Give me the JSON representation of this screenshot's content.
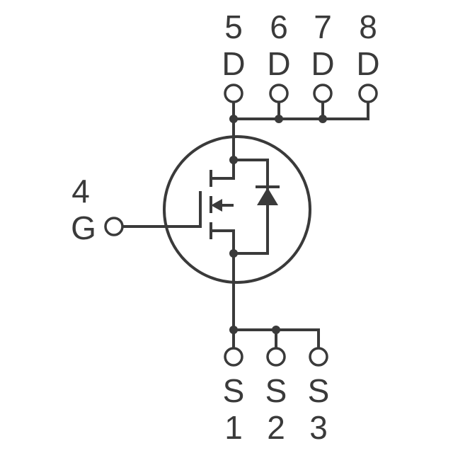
{
  "colors": {
    "stroke": "#3a3a3a",
    "background": "#ffffff"
  },
  "pins": {
    "drain": [
      {
        "number": "5",
        "label": "D"
      },
      {
        "number": "6",
        "label": "D"
      },
      {
        "number": "7",
        "label": "D"
      },
      {
        "number": "8",
        "label": "D"
      }
    ],
    "gate": {
      "number": "4",
      "label": "G"
    },
    "source": [
      {
        "number": "1",
        "label": "S"
      },
      {
        "number": "2",
        "label": "S"
      },
      {
        "number": "3",
        "label": "S"
      }
    ]
  }
}
